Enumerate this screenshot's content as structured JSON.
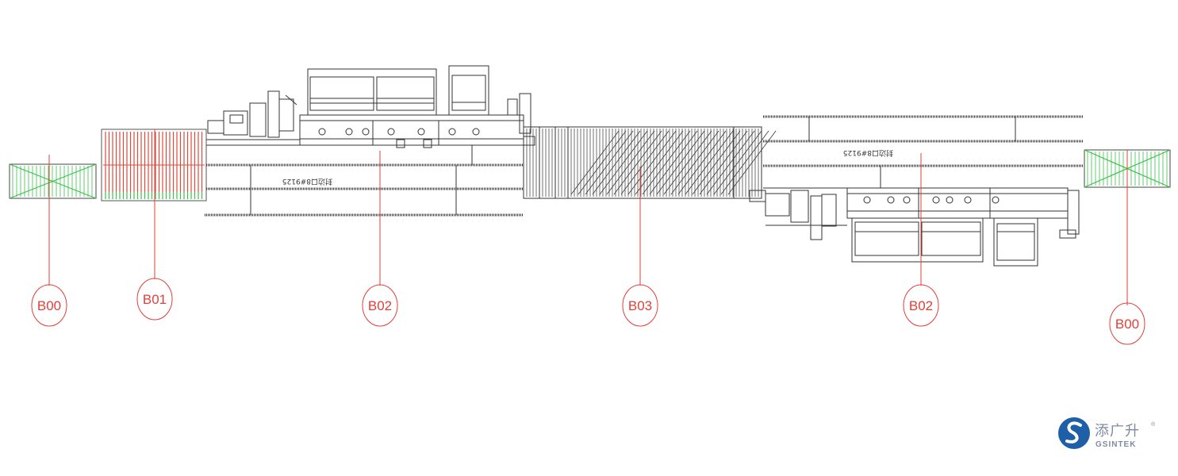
{
  "diagram": {
    "notes": {
      "left_machine": "封边口8#9125",
      "right_machine": "封边口8#9125"
    },
    "callouts": [
      {
        "id": "b00-left",
        "label": "B00"
      },
      {
        "id": "b01",
        "label": "B01"
      },
      {
        "id": "b02-left",
        "label": "B02"
      },
      {
        "id": "b03",
        "label": "B03"
      },
      {
        "id": "b02-right",
        "label": "B02"
      },
      {
        "id": "b00-right",
        "label": "B00"
      }
    ]
  },
  "logo": {
    "text_cn": "添广升",
    "text_en": "GSINTEK",
    "registered": "®",
    "mark_color": "#1f5fa8"
  },
  "colors": {
    "callout": "#e0403a",
    "line": "#333333",
    "green_pallet": "#38c24a",
    "red_pallet": "#e04a3a"
  }
}
